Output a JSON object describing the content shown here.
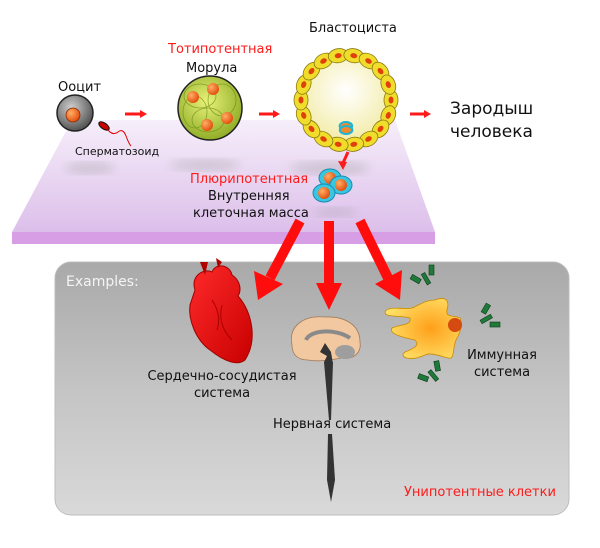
{
  "title": "Stem cell potency diagram",
  "stages": {
    "oocyte": {
      "label": "Ооцит",
      "sperm_label": "Сперматозоид"
    },
    "morula": {
      "potency": "Тотипотентная",
      "label": "Морула"
    },
    "blastocyst": {
      "label": "Бластоциста"
    },
    "embryo": {
      "line1": "Зародыш",
      "line2": "человека"
    },
    "inner_cell_mass": {
      "potency": "Плюрипотентная",
      "line1": "Внутренняя",
      "line2": "клеточная масса"
    }
  },
  "examples_panel": {
    "heading": "Examples:",
    "items": [
      {
        "id": "cardiovascular",
        "line1": "Сердечно-сосудистая",
        "line2": "система"
      },
      {
        "id": "nervous",
        "line1": "Нервная система"
      },
      {
        "id": "immune",
        "line1": "Иммунная",
        "line2": "система"
      }
    ],
    "footer": "Унипотентные клетки"
  },
  "colors": {
    "accent_red": "#ff1a1a",
    "platform": "#e6cdf0",
    "platform_edge": "#d79ee6",
    "panel": "#c9c9c9"
  }
}
